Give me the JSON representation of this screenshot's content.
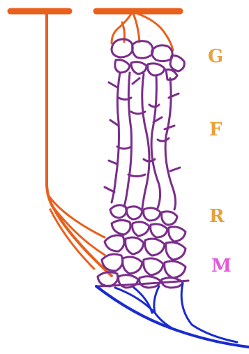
{
  "colors": {
    "orange": "#e8601c",
    "purple": "#7b2d8b",
    "blue": "#1a2ccf",
    "label_orange": "#e8a13a",
    "label_magenta": "#e25ad8"
  },
  "labels": {
    "g": {
      "text": "G",
      "color_key": "label_orange"
    },
    "f": {
      "text": "F",
      "color_key": "label_orange"
    },
    "r": {
      "text": "R",
      "color_key": "label_orange"
    },
    "m": {
      "text": "M",
      "color_key": "label_magenta"
    }
  }
}
